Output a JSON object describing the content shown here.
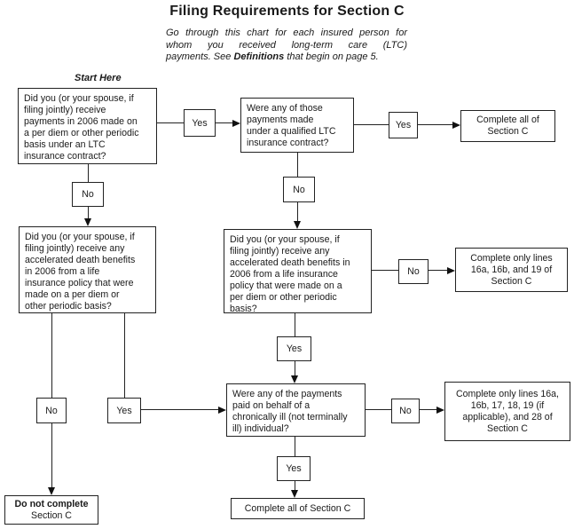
{
  "header": {
    "title": "Filing Requirements for Section C",
    "subtitle_line1": "Go through this chart for each insured person for",
    "subtitle_line2": "whom you received long-term care (LTC)",
    "subtitle_line3_pre": "payments. See ",
    "subtitle_line3_bold": "Definitions",
    "subtitle_line3_post": " that begin on page 5."
  },
  "start_label": "Start Here",
  "labels": {
    "yes": "Yes",
    "no": "No"
  },
  "nodes": {
    "q_ltc_payments": "Did you (or your spouse, if\nfiling jointly) receive\npayments in 2006 made on\na per diem or other periodic\nbasis under an LTC\ninsurance contract?",
    "q_qualified_ltc": "Were any of those\npayments made\nunder a qualified LTC\ninsurance contract?",
    "q_accelerated_left": "Did you (or your spouse, if\nfiling jointly) receive any\naccelerated death benefits\nin 2006 from a life\ninsurance policy that were\nmade on a per diem or\nother periodic basis?",
    "q_accelerated_mid": "Did you (or your spouse, if\nfiling jointly) receive any\naccelerated death benefits in\n2006 from a life insurance\npolicy that were made on a\nper diem or other periodic\nbasis?",
    "q_chronically_ill": "Were any of the payments\npaid on behalf of a\nchronically ill (not terminally\nill) individual?",
    "r_complete_all_top": "Complete all of\nSection C",
    "r_complete_16a_16b_19": "Complete only lines\n16a, 16b, and 19 of\nSection C",
    "r_complete_16a_17_28": "Complete only lines 16a,\n16b, 17, 18, 19 (if\napplicable), and 28 of\nSection C",
    "r_complete_all_bottom": "Complete all of Section C",
    "r_do_not_complete_line1": "Do not complete",
    "r_do_not_complete_line2": "Section C"
  }
}
